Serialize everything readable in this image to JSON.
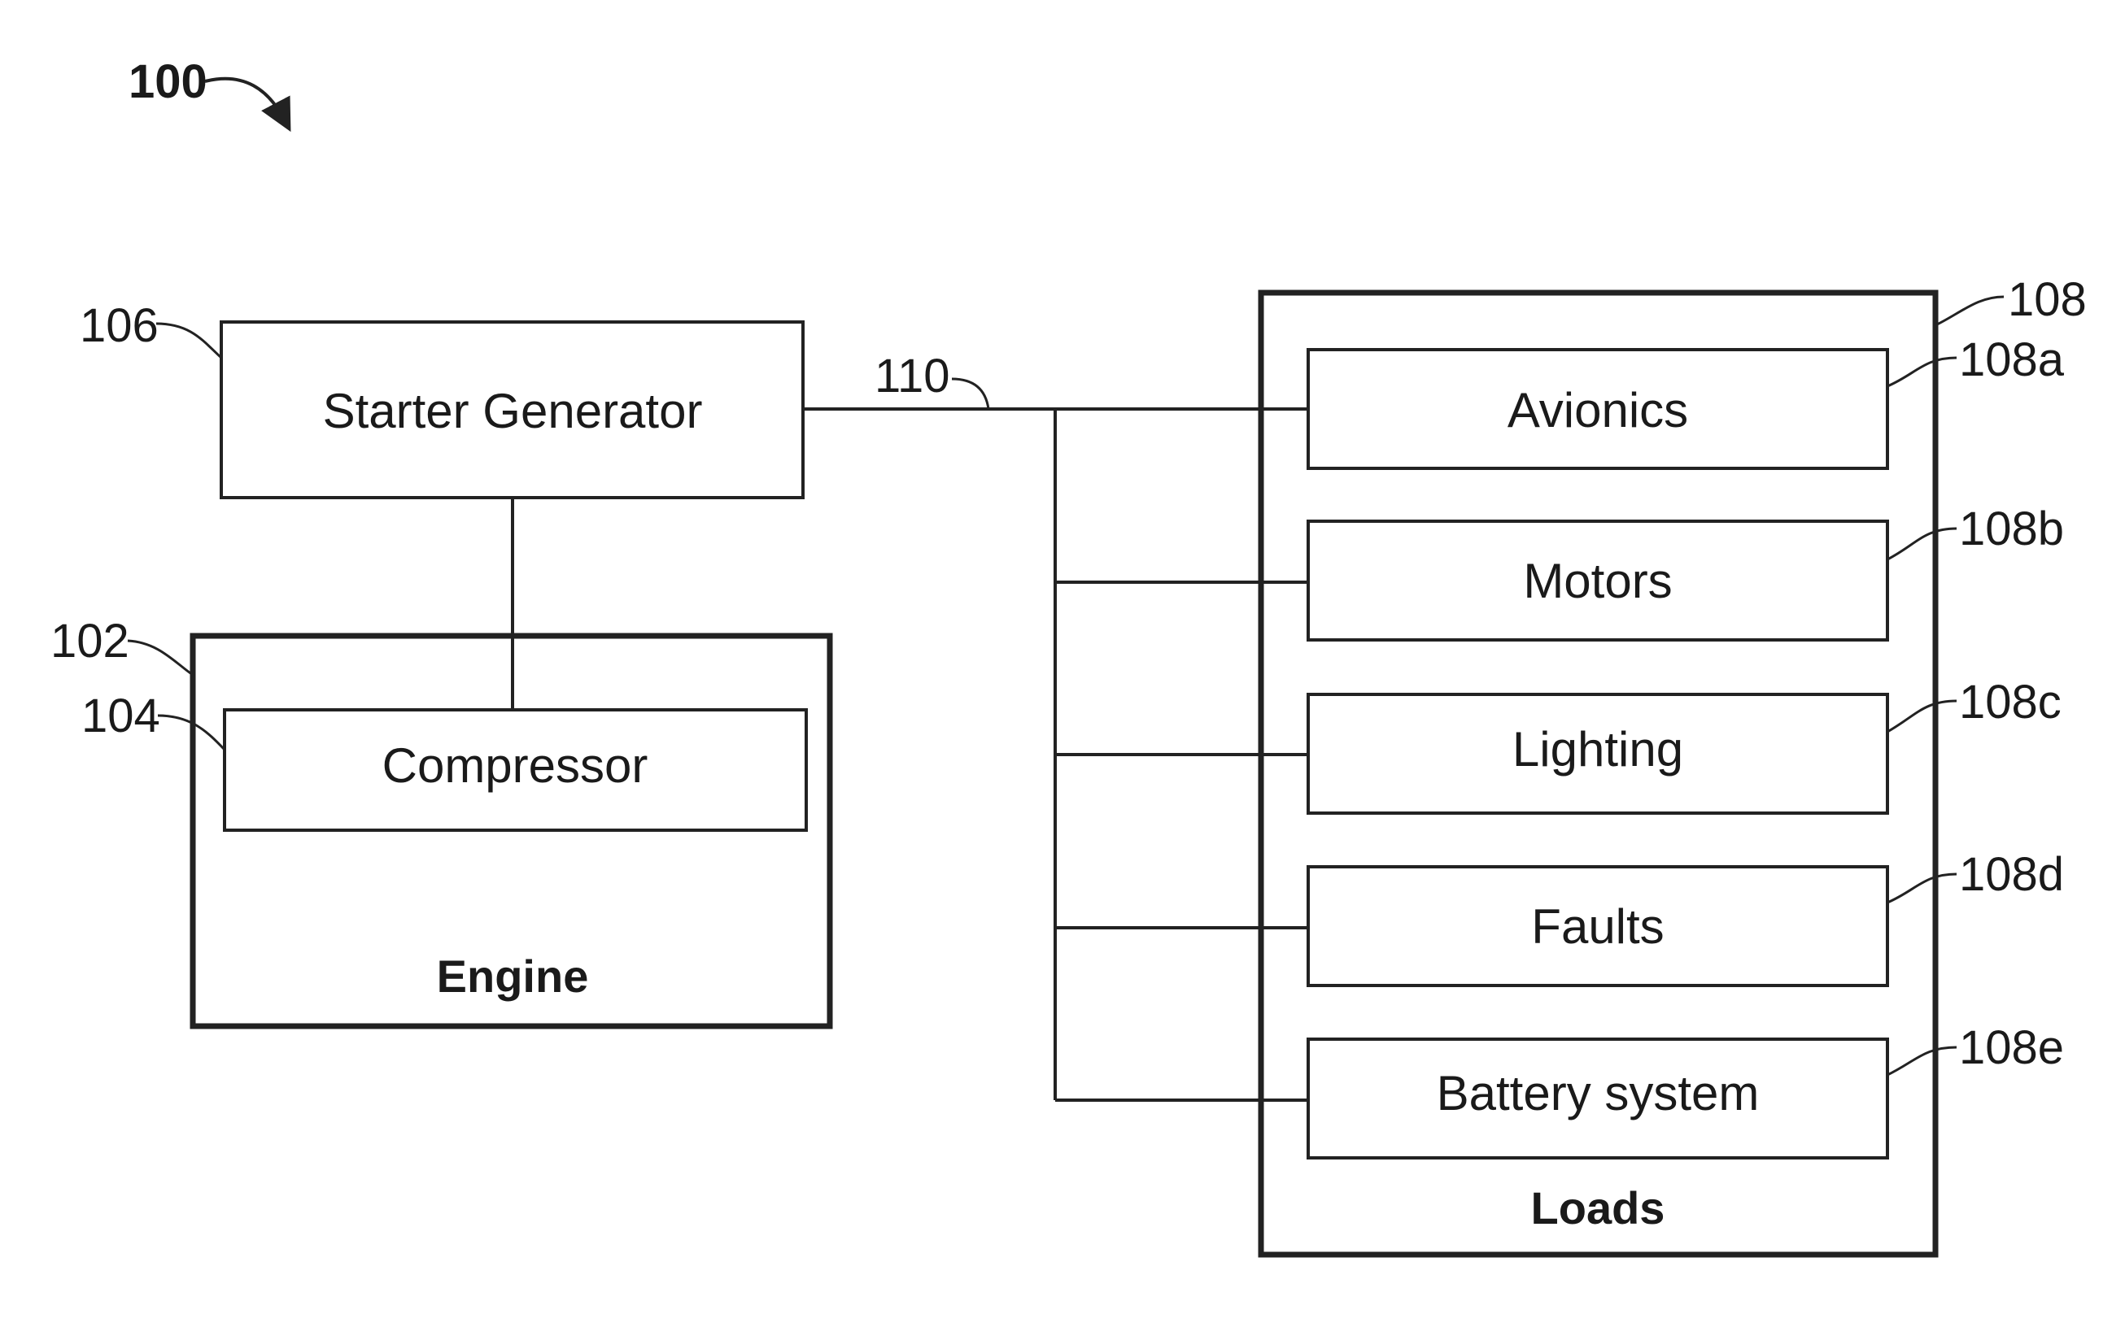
{
  "figure": {
    "number": "100"
  },
  "blocks": {
    "starter_generator": {
      "label": "Starter Generator",
      "ref": "106"
    },
    "engine": {
      "label": "Engine",
      "ref": "102"
    },
    "compressor": {
      "label": "Compressor",
      "ref": "104"
    },
    "bus": {
      "ref": "110"
    },
    "loads": {
      "label": "Loads",
      "ref": "108",
      "items": [
        {
          "label": "Avionics",
          "ref": "108a"
        },
        {
          "label": "Motors",
          "ref": "108b"
        },
        {
          "label": "Lighting",
          "ref": "108c"
        },
        {
          "label": "Faults",
          "ref": "108d"
        },
        {
          "label": "Battery system",
          "ref": "108e"
        }
      ]
    }
  }
}
